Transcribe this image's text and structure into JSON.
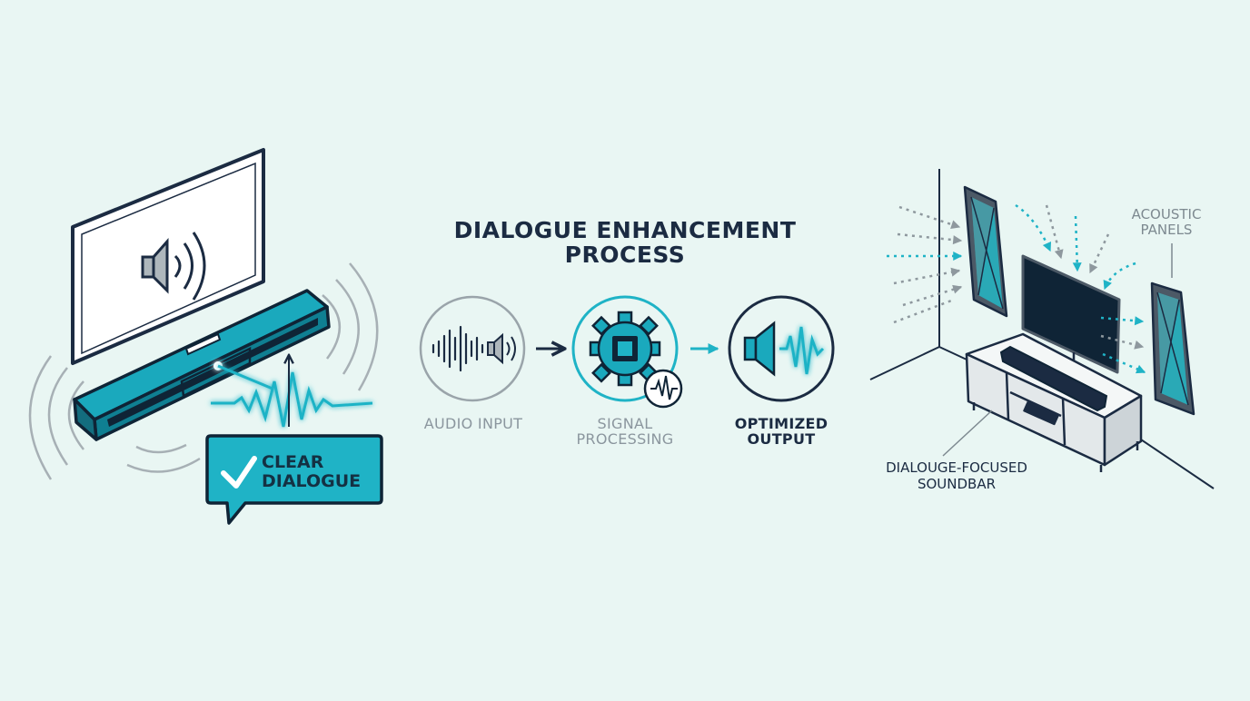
{
  "title": "DIALOGUE ENHANCEMENT PROCESS",
  "steps": [
    {
      "label": "AUDIO INPUT",
      "icon": "waveform-speaker-icon"
    },
    {
      "label": "SIGNAL PROCESSING",
      "icon": "gear-chip-icon"
    },
    {
      "label": "OPTIMIZED OUTPUT",
      "icon": "speaker-wave-icon"
    }
  ],
  "callout": "CLEAR DIALOGUE",
  "room_labels": {
    "panels": "ACOUSTIC PANELS",
    "soundbar": "DIALOUGE-FOCUSED SOUNDBAR"
  },
  "colors": {
    "background": "#e9f6f3",
    "accent": "#1fb3c6",
    "ink": "#1b2b42",
    "muted": "#8b969e"
  }
}
